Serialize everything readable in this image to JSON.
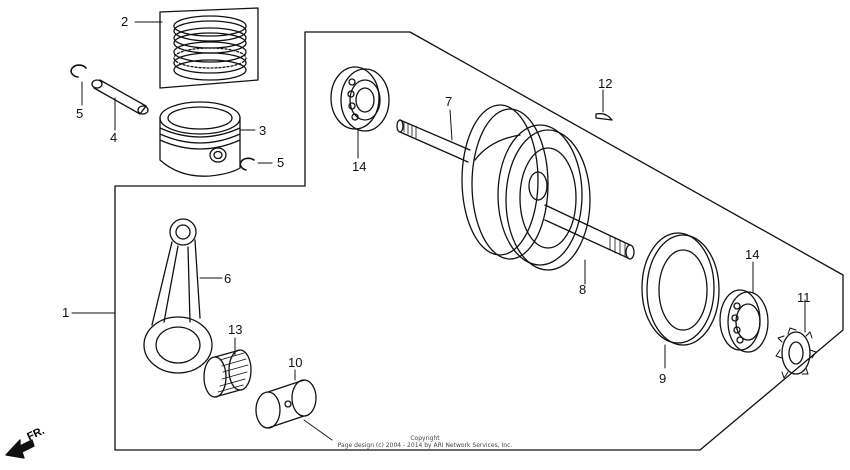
{
  "diagram": {
    "callouts": [
      {
        "id": "1",
        "label": "1"
      },
      {
        "id": "2",
        "label": "2"
      },
      {
        "id": "3",
        "label": "3"
      },
      {
        "id": "4",
        "label": "4"
      },
      {
        "id": "5a",
        "label": "5"
      },
      {
        "id": "5b",
        "label": "5"
      },
      {
        "id": "6",
        "label": "6"
      },
      {
        "id": "7",
        "label": "7"
      },
      {
        "id": "8",
        "label": "8"
      },
      {
        "id": "9",
        "label": "9"
      },
      {
        "id": "10",
        "label": "10"
      },
      {
        "id": "11",
        "label": "11"
      },
      {
        "id": "12",
        "label": "12"
      },
      {
        "id": "13",
        "label": "13"
      },
      {
        "id": "14a",
        "label": "14"
      },
      {
        "id": "14b",
        "label": "14"
      }
    ],
    "direction_marker": "FR.",
    "copyright_title": "Copyright",
    "copyright_line": "Page design (c) 2004 - 2014 by ARI Network Services, Inc."
  }
}
